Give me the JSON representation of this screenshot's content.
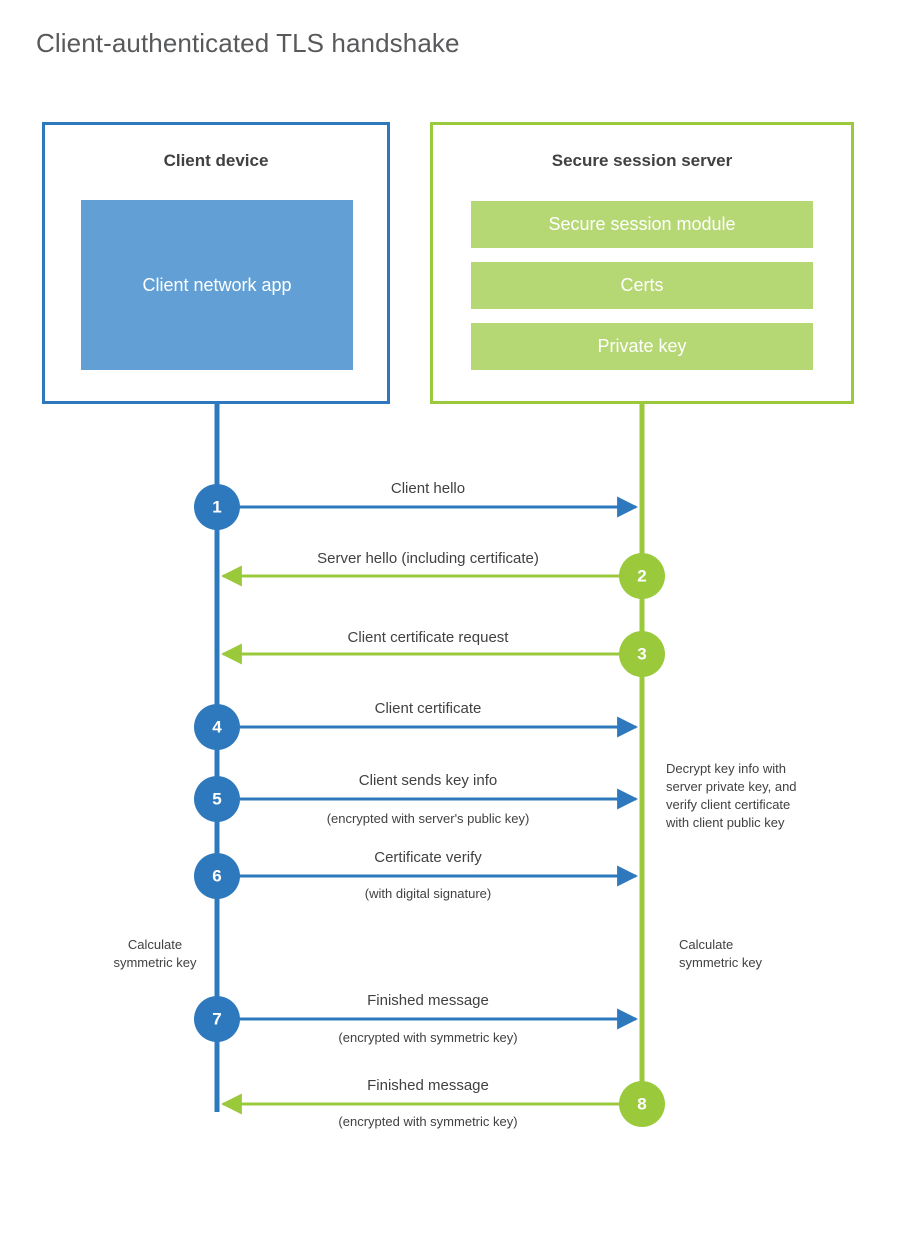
{
  "title": "Client-authenticated TLS handshake",
  "colors": {
    "client_blue": "#2E79BD",
    "client_app_blue": "#619FD5",
    "server_green": "#9ACA3C",
    "server_module_green": "#B6D874",
    "text": "#414042",
    "title_text": "#58595b",
    "background": "#ffffff"
  },
  "actors": {
    "client": {
      "title": "Client device",
      "app_label": "Client network app"
    },
    "server": {
      "title": "Secure session server",
      "modules": [
        "Secure session module",
        "Certs",
        "Private key"
      ]
    }
  },
  "messages": [
    {
      "step": "1",
      "label": "Client hello",
      "sublabel": "",
      "direction": "client-to-server",
      "color": "#2E79BD"
    },
    {
      "step": "2",
      "label": "Server hello (including certificate)",
      "sublabel": "",
      "direction": "server-to-client",
      "color": "#9ACA3C"
    },
    {
      "step": "3",
      "label": "Client certificate request",
      "sublabel": "",
      "direction": "server-to-client",
      "color": "#9ACA3C"
    },
    {
      "step": "4",
      "label": "Client certificate",
      "sublabel": "",
      "direction": "client-to-server",
      "color": "#2E79BD"
    },
    {
      "step": "5",
      "label": "Client sends key info",
      "sublabel": "(encrypted with server's public key)",
      "direction": "client-to-server",
      "color": "#2E79BD"
    },
    {
      "step": "6",
      "label": "Certificate verify",
      "sublabel": "(with digital signature)",
      "direction": "client-to-server",
      "color": "#2E79BD"
    },
    {
      "step": "7",
      "label": "Finished message",
      "sublabel": "(encrypted with symmetric key)",
      "direction": "client-to-server",
      "color": "#2E79BD"
    },
    {
      "step": "8",
      "label": "Finished message",
      "sublabel": "(encrypted with symmetric key)",
      "direction": "server-to-client",
      "color": "#9ACA3C"
    }
  ],
  "notes": {
    "server_decrypt": "Decrypt key info with server private key, and verify client certificate with client public key",
    "server_decrypt_lines": [
      "Decrypt key info with",
      "server private key, and",
      "verify client certificate",
      "with client public key"
    ],
    "client_calc_lines": [
      "Calculate",
      "symmetric key"
    ],
    "server_calc_lines": [
      "Calculate",
      "symmetric key"
    ]
  }
}
